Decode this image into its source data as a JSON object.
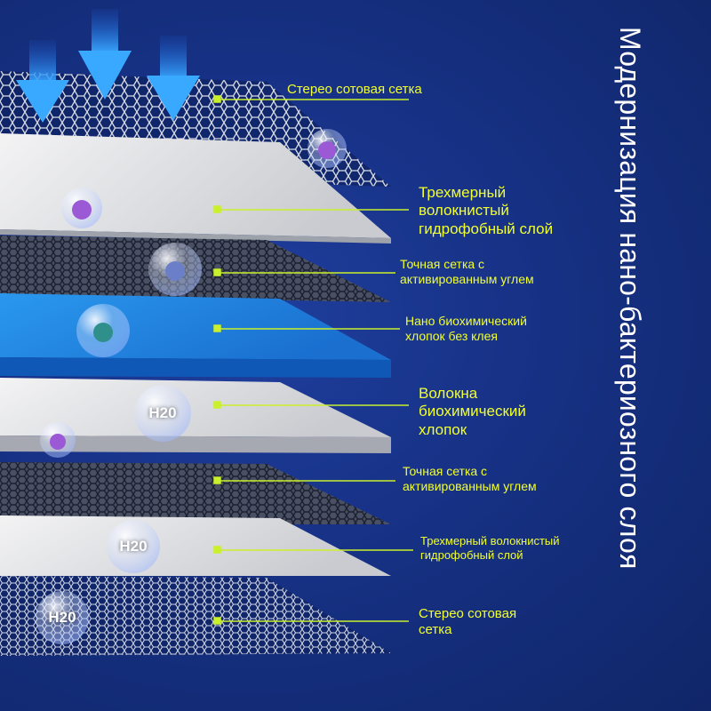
{
  "title": "Модернизация нано-бактериозного слоя",
  "layers": [
    {
      "label": "Стерео сотовая сетка"
    },
    {
      "label_lines": [
        "Трехмерный",
        "волокнистый",
        "гидрофобный слой"
      ]
    },
    {
      "label_lines": [
        "Точная сетка с",
        "активированным углем"
      ]
    },
    {
      "label_lines": [
        "Нано биохимический",
        "хлопок без клея"
      ]
    },
    {
      "label_lines": [
        "Волокна",
        "биохимический",
        "хлопок"
      ]
    },
    {
      "label_lines": [
        "Точная сетка с",
        "активированным углем"
      ]
    },
    {
      "label_lines": [
        "Трехмерный волокнистый",
        "гидрофобный слой"
      ]
    },
    {
      "label_lines": [
        "Стерео сотовая",
        "сетка"
      ]
    }
  ],
  "bubble_text": "H20",
  "colors": {
    "background": "#173287",
    "label": "#f2ff2e",
    "leader_line": "#c9f02a",
    "title": "#ffffff",
    "arrow": "#3aa3ff",
    "sponge": "#1f86e0",
    "fiber": "#e4e4e6",
    "virus": "#9b59d6"
  },
  "icons": [
    "down-arrow-icon",
    "virus-bubble-icon",
    "water-bubble-icon",
    "leader-dot-icon"
  ]
}
